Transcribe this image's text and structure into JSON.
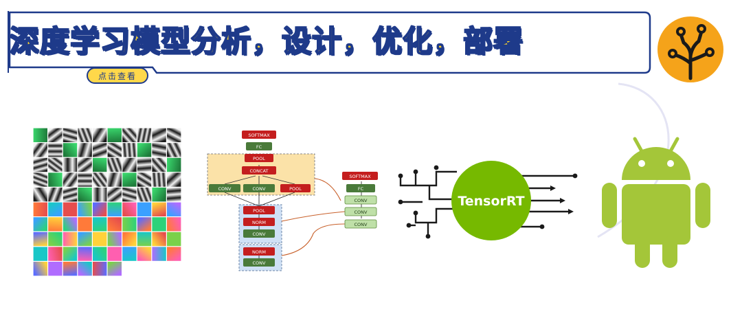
{
  "banner": {
    "title": "深度学习模型分析，设计，优化，部署",
    "view_button": "点击查看"
  },
  "architecture": {
    "left_column": [
      "SOFTMAX",
      "FC",
      "POOL",
      "CONCAT",
      "NORM",
      "NORM"
    ],
    "left_pool_a": "POOL",
    "left_pool_b": "POOL",
    "left_conv_a": "CONV",
    "left_conv_b": "CONV",
    "left_conv_c": "CONV",
    "left_conv_d": "CONV",
    "right_column": [
      "SOFTMAX",
      "FC",
      "CONV",
      "CONV",
      "CONV"
    ]
  },
  "tensorrt": {
    "label": "TensorRT"
  },
  "colors": {
    "title_fill": "#ffd42a",
    "title_stroke": "#1e3a8a",
    "logo_orange": "#f5a31a",
    "nvidia_green": "#76b900",
    "android_green": "#a4c639",
    "block_red": "#c41e1e",
    "block_green": "#4a7a3a"
  },
  "icons": {
    "logo": "circuit-tree-logo-icon",
    "android": "android-robot-icon",
    "filters": "cnn-filter-grid"
  }
}
